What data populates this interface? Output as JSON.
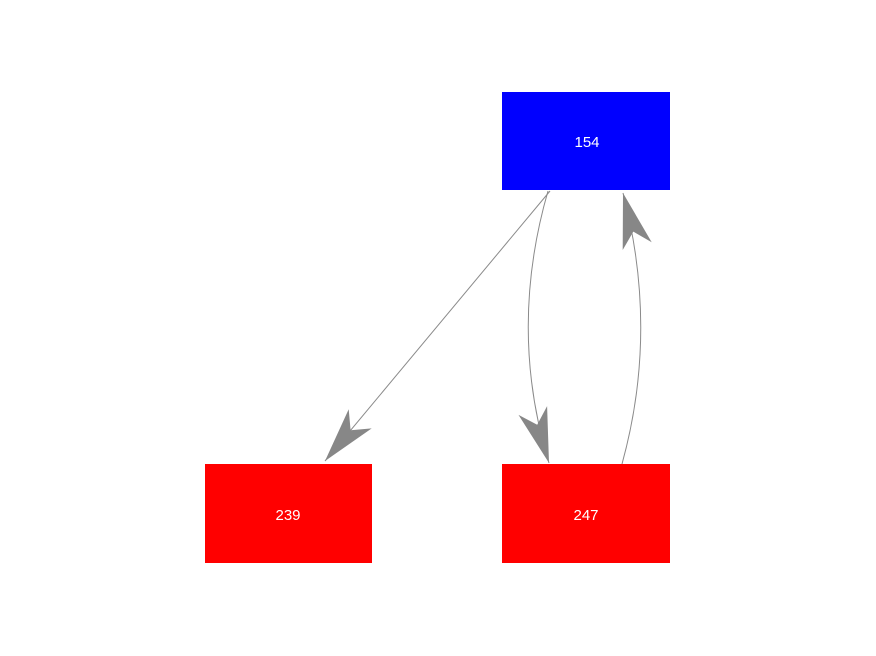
{
  "graph": {
    "background": "#ffffff",
    "edge_color": "#8a8a8a",
    "arrow_color": "#878787",
    "nodes": [
      {
        "label": "154",
        "fill": "#0000ff",
        "label_color": "#ffffff"
      },
      {
        "label": "239",
        "fill": "#ff0000",
        "label_color": "#ffffff"
      },
      {
        "label": "247",
        "fill": "#ff0000",
        "label_color": "#ffffff"
      }
    ],
    "edges": [
      {
        "from": "154",
        "to": "239",
        "shape": "straight"
      },
      {
        "from": "154",
        "to": "247",
        "shape": "curved"
      },
      {
        "from": "247",
        "to": "154",
        "shape": "curved"
      }
    ]
  }
}
